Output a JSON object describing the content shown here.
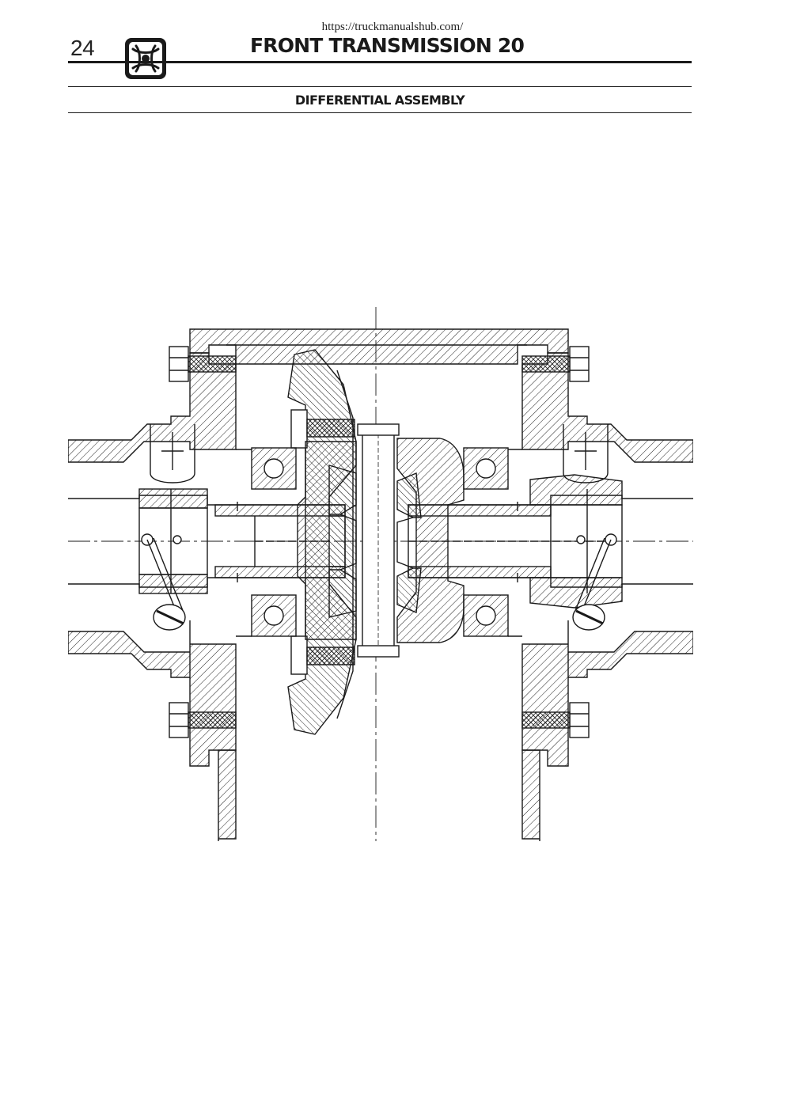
{
  "header": {
    "source_url": "https://truckmanualshub.com/",
    "page_number": "24",
    "title": "FRONT TRANSMISSION 20"
  },
  "section": {
    "title": "DIFFERENTIAL ASSEMBLY"
  },
  "figure": {
    "icon": "differential-cross-section"
  }
}
